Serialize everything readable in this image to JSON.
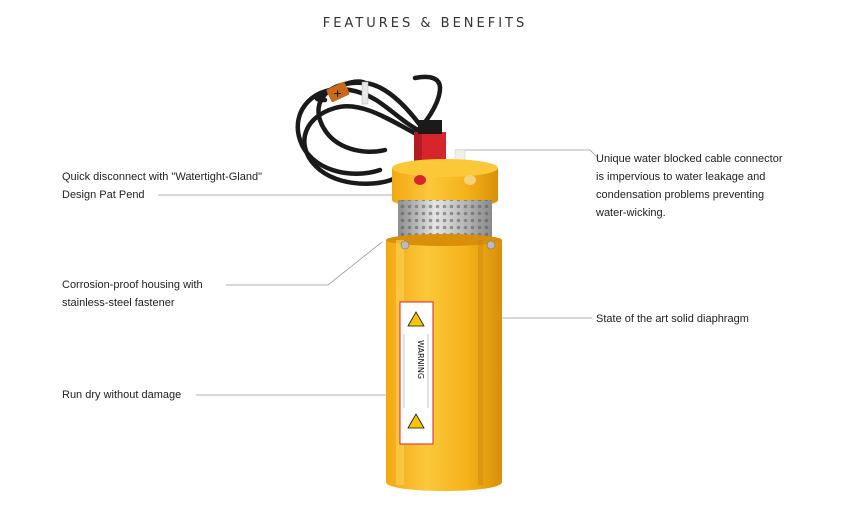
{
  "page": {
    "title": "FEATURES & BENEFITS"
  },
  "callouts": {
    "quick_disconnect": [
      "Quick disconnect with \"Watertight-Gland\"",
      "Design Pat Pend"
    ],
    "corrosion_proof": [
      "Corrosion-proof housing with",
      "stainless-steel fastener"
    ],
    "run_dry": [
      "Run dry without damage"
    ],
    "cable_connector": [
      "Unique water blocked cable connector",
      "is impervious to water leakage and",
      "condensation problems preventing",
      "water-wicking."
    ],
    "diaphragm": [
      "State of the art solid diaphragm"
    ]
  },
  "product": {
    "cable_tag": "+",
    "label_text": "WARNING",
    "colors": {
      "housing": "#f5b21a",
      "housing_dark": "#d98f0a",
      "connector": "#d6262b",
      "cable": "#1a1a1a",
      "mesh": "#b9b9b9"
    }
  }
}
